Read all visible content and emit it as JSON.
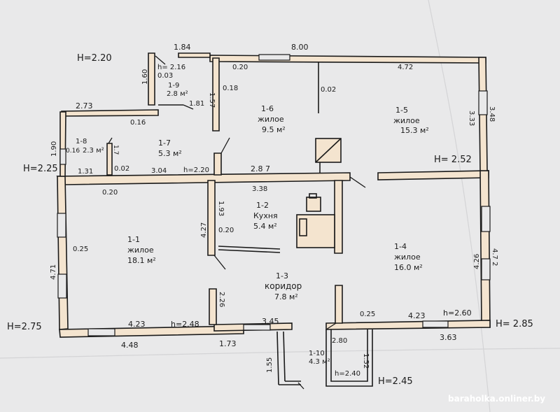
{
  "heights": {
    "h220": "H=2.20",
    "h225": "H=2.25",
    "h252": "H= 2.52",
    "h275": "H=2.75",
    "h285": "H= 2.85",
    "h245": "H=2.45"
  },
  "rooms": [
    {
      "id": "1-1",
      "name": "жилое",
      "area": "18.1 м²"
    },
    {
      "id": "1-2",
      "name": "Кухня",
      "area": "5.4 м²"
    },
    {
      "id": "1-3",
      "name": "коридор",
      "area": "7.8 м²"
    },
    {
      "id": "1-4",
      "name": "жилое",
      "area": "16.0 м²"
    },
    {
      "id": "1-5",
      "name": "жилое",
      "area": "15.3 м²"
    },
    {
      "id": "1-6",
      "name": "жилое",
      "area": "9.5 м²"
    },
    {
      "id": "1-7",
      "area": "5.3 м²"
    },
    {
      "id": "1-8",
      "area": "2.3 м²"
    },
    {
      "id": "1-9",
      "area": "2.8 м²"
    },
    {
      "id": "1-10",
      "area": "4.3 м²"
    }
  ],
  "dims": {
    "d184": "1.84",
    "d800": "8.00",
    "d020a": "0.20",
    "d472a": "4.72",
    "d160": "1.60",
    "h216": "h= 2.16",
    "d003": "0.03",
    "d157": "1.57",
    "d018": "0.18",
    "d002a": "0.02",
    "d181": "1.81",
    "d273": "2.73",
    "d016": "0.16",
    "d333": "3.33",
    "d348": "3.48",
    "d190": "1.90",
    "d016b": "0.16",
    "d17": "1.7",
    "d131": "1.31",
    "d002b": "0.02",
    "d304": "3.04",
    "h220": "h=2.20",
    "d287": "2.8 7",
    "d020b": "0.20",
    "d338": "3.38",
    "d427": "4.27",
    "d193": "1.93",
    "d020c": "0.20",
    "d025a": "0.25",
    "d471": "4.71",
    "d426": "4.26",
    "d472b": "4.7 2",
    "d226": "2.26",
    "d423a": "4.23",
    "h248": "h=2.48",
    "d345": "3.45",
    "d448": "4.48",
    "d173": "1.73",
    "d025b": "0.25",
    "d423b": "4.23",
    "h260": "h=2.60",
    "d280": "2.80",
    "d363": "3.63",
    "d155": "1.55",
    "d152": "1.52",
    "h240": "h=2.40"
  },
  "watermark": "baraholka.onliner.by",
  "colors": {
    "paper": "#e9e9ea",
    "wall_fill": "#f4e4cf",
    "ink": "#1a1a1a"
  }
}
